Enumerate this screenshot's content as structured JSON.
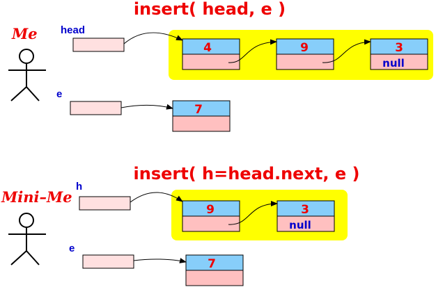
{
  "top": {
    "title": "insert( head, e )",
    "actor": "Me",
    "var_head": "head",
    "var_e": "e",
    "list": [
      {
        "value": "4",
        "next": ""
      },
      {
        "value": "9",
        "next": ""
      },
      {
        "value": "3",
        "next": "null"
      }
    ],
    "new_node": {
      "value": "7"
    }
  },
  "bottom": {
    "title": "insert( h=head.next, e )",
    "actor": "Mini–Me",
    "var_h": "h",
    "var_e": "e",
    "list": [
      {
        "value": "9",
        "next": ""
      },
      {
        "value": "3",
        "next": "null"
      }
    ],
    "new_node": {
      "value": "7"
    }
  },
  "colors": {
    "highlight": "#ffff00",
    "node_value": "#87cefa",
    "node_next": "#ffc0c0",
    "pointer_box": "#ffe0e0",
    "title_text": "#ee0000",
    "var_text": "#0000cc"
  }
}
